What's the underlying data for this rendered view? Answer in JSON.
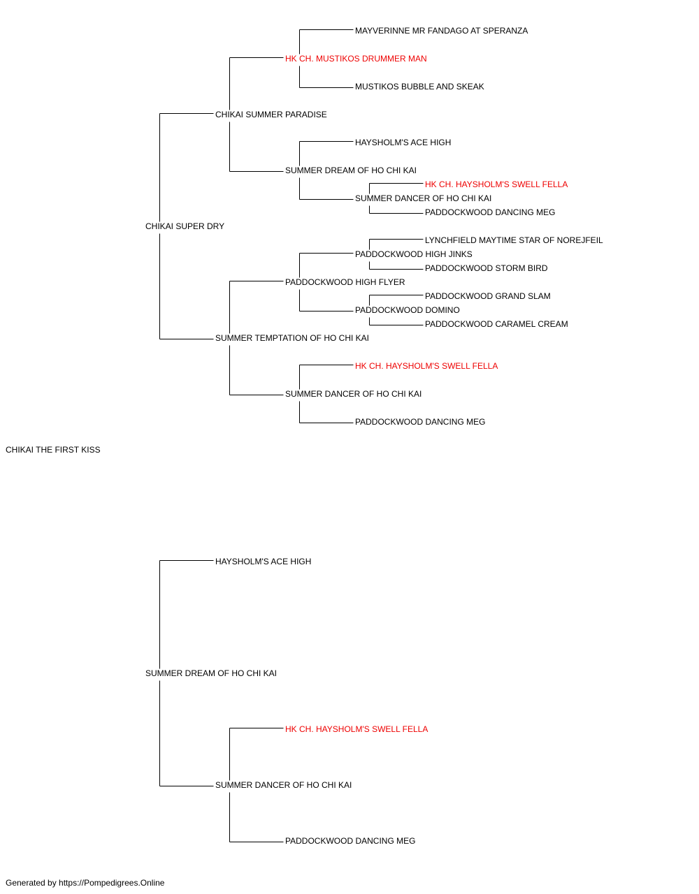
{
  "colors": {
    "text": "#000000",
    "champion": "#ee0000",
    "line": "#000000"
  },
  "subject": "CHIKAI THE FIRST KISS",
  "sire": {
    "name": "CHIKAI SUPER DRY",
    "sire": {
      "name": "CHIKAI SUMMER PARADISE",
      "sire": {
        "name": "HK CH. MUSTIKOS DRUMMER MAN",
        "champion": true,
        "sire": {
          "name": "MAYVERINNE MR FANDAGO AT SPERANZA"
        },
        "dam": {
          "name": "MUSTIKOS BUBBLE AND SKEAK"
        }
      },
      "dam": {
        "name": "SUMMER DREAM OF HO CHI KAI",
        "sire": {
          "name": "HAYSHOLM'S ACE HIGH"
        },
        "dam": {
          "name": "SUMMER DANCER OF HO CHI KAI",
          "sire": {
            "name": "HK CH. HAYSHOLM'S SWELL FELLA",
            "champion": true
          },
          "dam": {
            "name": "PADDOCKWOOD DANCING MEG"
          }
        }
      }
    },
    "dam": {
      "name": "SUMMER TEMPTATION OF HO CHI KAI",
      "sire": {
        "name": "PADDOCKWOOD HIGH FLYER",
        "sire": {
          "name": "PADDOCKWOOD HIGH JINKS",
          "sire": {
            "name": "LYNCHFIELD MAYTIME STAR OF NOREJFEIL"
          },
          "dam": {
            "name": "PADDOCKWOOD STORM BIRD"
          }
        },
        "dam": {
          "name": "PADDOCKWOOD DOMINO",
          "sire": {
            "name": "PADDOCKWOOD GRAND SLAM"
          },
          "dam": {
            "name": "PADDOCKWOOD CARAMEL CREAM"
          }
        }
      },
      "dam": {
        "name": "SUMMER DANCER OF HO CHI KAI",
        "sire": {
          "name": "HK CH. HAYSHOLM'S SWELL FELLA",
          "champion": true
        },
        "dam": {
          "name": "PADDOCKWOOD DANCING MEG"
        }
      }
    }
  },
  "dam": {
    "name": "SUMMER DREAM OF HO CHI KAI",
    "sire": {
      "name": "HAYSHOLM'S ACE HIGH"
    },
    "dam": {
      "name": "SUMMER DANCER OF HO CHI KAI",
      "sire": {
        "name": "HK CH. HAYSHOLM'S SWELL FELLA",
        "champion": true
      },
      "dam": {
        "name": "PADDOCKWOOD DANCING MEG"
      }
    }
  },
  "footer": "Generated by https://Pompedigrees.Online"
}
